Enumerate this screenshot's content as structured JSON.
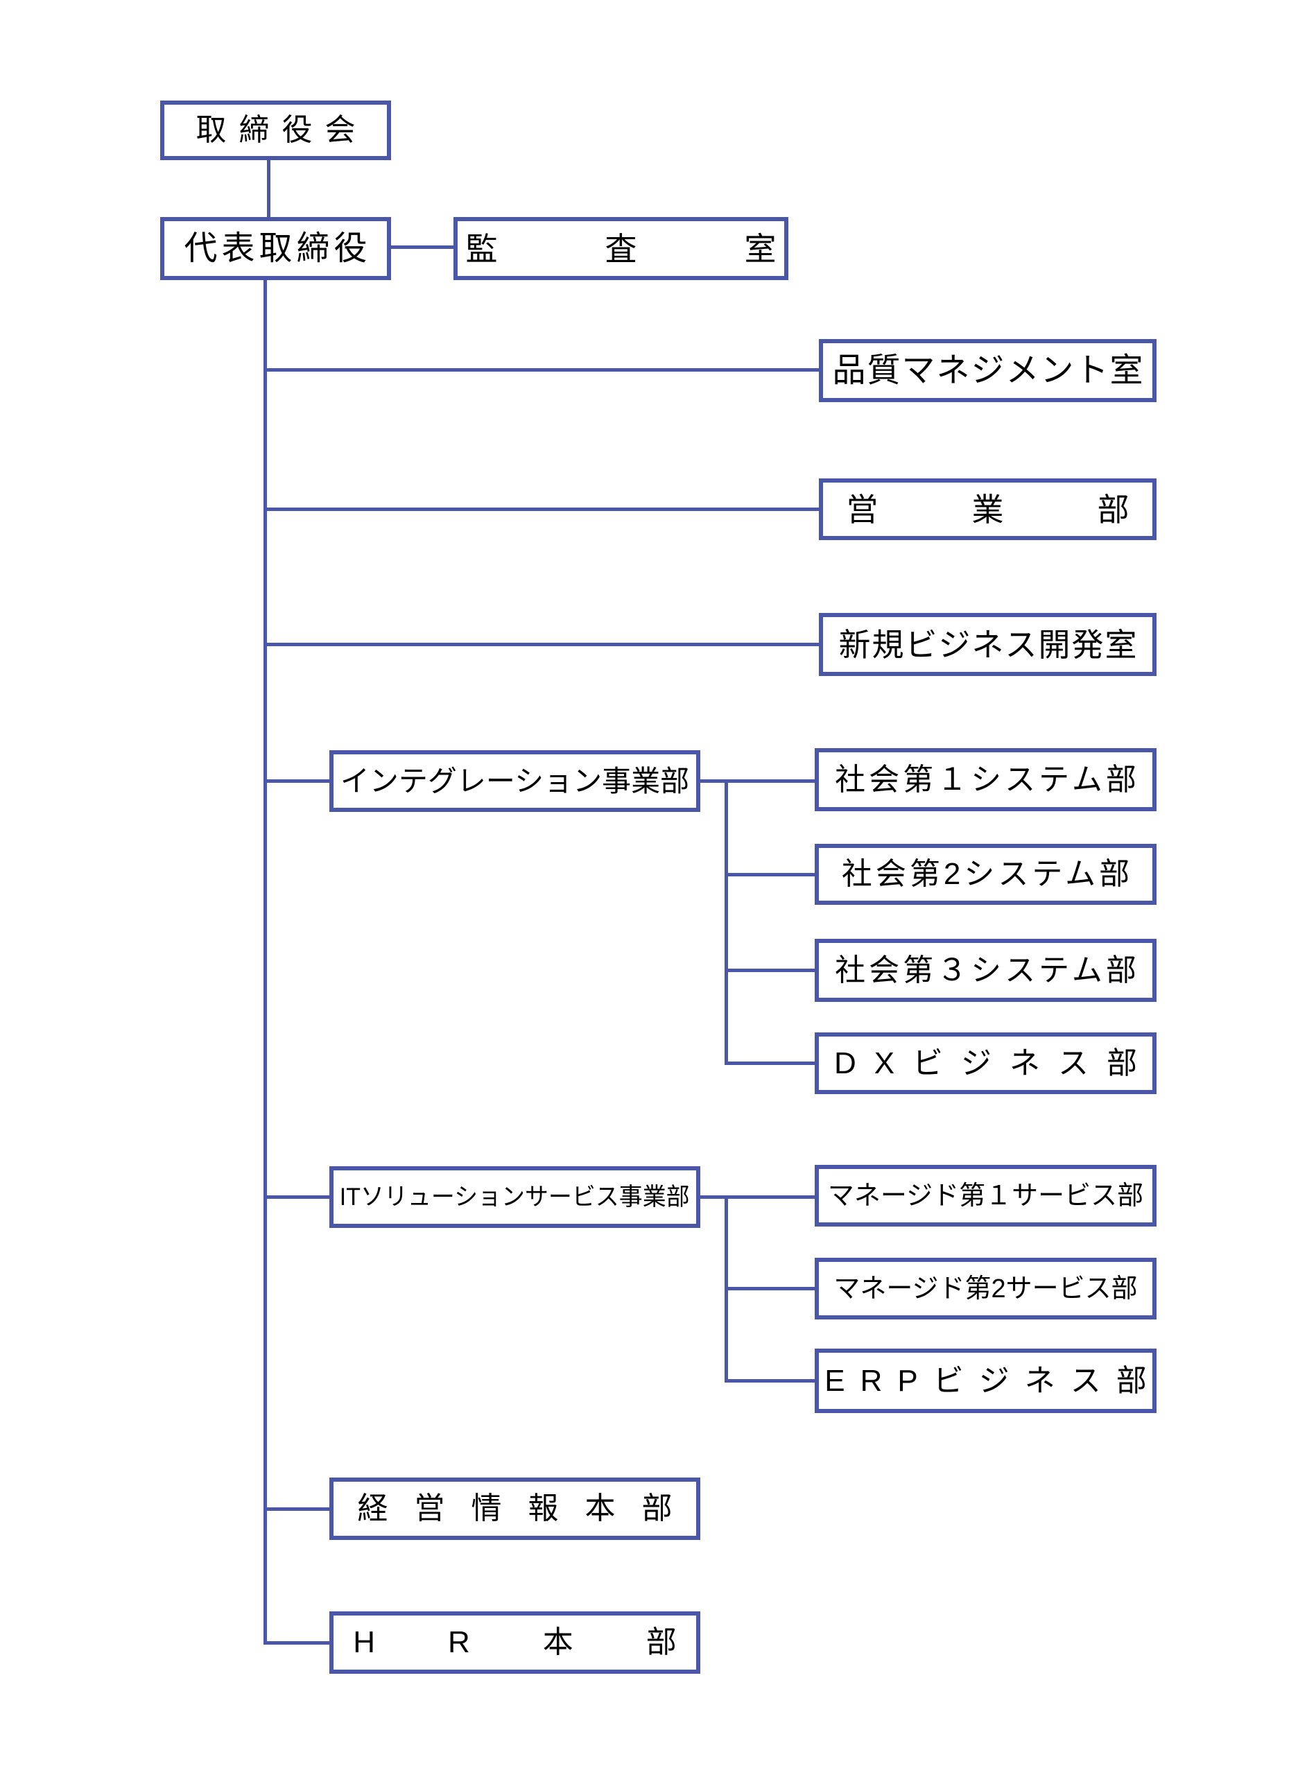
{
  "diagram": {
    "type": "org-chart",
    "language": "ja",
    "accent_color": "#4a57a8",
    "text_color": "#000000",
    "background_color": "#ffffff",
    "nodes": {
      "board": {
        "label": "取締役会"
      },
      "ceo": {
        "label": "代表取締役"
      },
      "audit": {
        "label": "監査室"
      },
      "quality": {
        "label": "品質マネジメント室"
      },
      "sales": {
        "label": "営業部"
      },
      "newbiz": {
        "label": "新規ビジネス開発室"
      },
      "integration": {
        "label": "インテグレーション事業部"
      },
      "social1": {
        "label": "社会第１システム部"
      },
      "social2": {
        "label": "社会第2システム部"
      },
      "social3": {
        "label": "社会第３システム部"
      },
      "dx": {
        "label": "DXビジネス部"
      },
      "itsol": {
        "label": "ITソリューションサービス事業部"
      },
      "managed1": {
        "label": "マネージド第１サービス部"
      },
      "managed2": {
        "label": "マネージド第2サービス部"
      },
      "erp": {
        "label": "ERPビジネス部"
      },
      "mis": {
        "label": "経営情報本部"
      },
      "hr": {
        "label": "HR本部"
      }
    },
    "edges": [
      [
        "board",
        "ceo"
      ],
      [
        "ceo",
        "audit"
      ],
      [
        "ceo",
        "quality"
      ],
      [
        "ceo",
        "sales"
      ],
      [
        "ceo",
        "newbiz"
      ],
      [
        "ceo",
        "integration"
      ],
      [
        "ceo",
        "itsol"
      ],
      [
        "ceo",
        "mis"
      ],
      [
        "ceo",
        "hr"
      ],
      [
        "integration",
        "social1"
      ],
      [
        "integration",
        "social2"
      ],
      [
        "integration",
        "social3"
      ],
      [
        "integration",
        "dx"
      ],
      [
        "itsol",
        "managed1"
      ],
      [
        "itsol",
        "managed2"
      ],
      [
        "itsol",
        "erp"
      ]
    ]
  }
}
